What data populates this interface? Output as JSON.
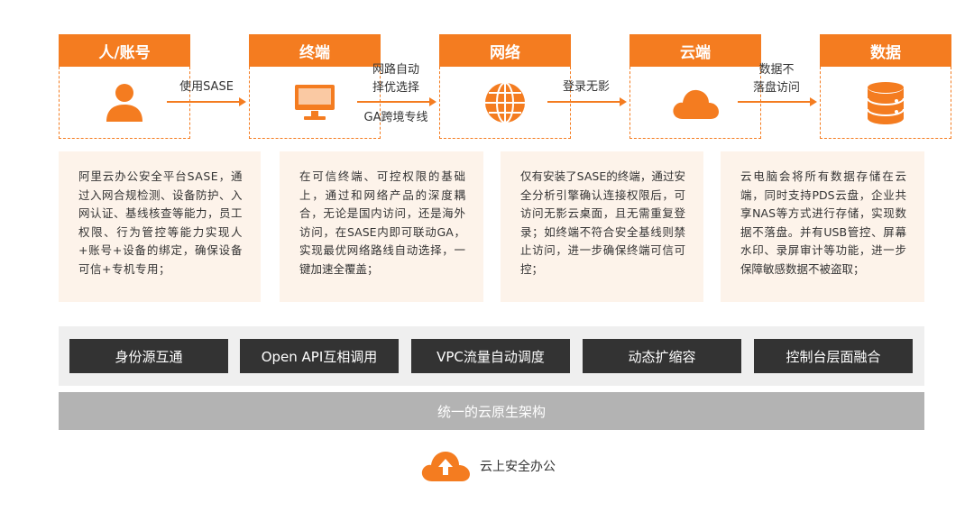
{
  "nodes": [
    {
      "title": "人/账号",
      "icon": "user-icon"
    },
    {
      "title": "终端",
      "icon": "monitor-icon"
    },
    {
      "title": "网络",
      "icon": "globe-icon"
    },
    {
      "title": "云端",
      "icon": "cloud-icon"
    },
    {
      "title": "数据",
      "icon": "database-icon"
    }
  ],
  "connectors": [
    {
      "label": "使用SASE"
    },
    {
      "label_top": "网路自动\n择优选择",
      "label_bottom": "GA跨境专线"
    },
    {
      "label": "登录无影"
    },
    {
      "label": "数据不\n落盘访问"
    }
  ],
  "descriptions": [
    "阿里云办公安全平台SASE，通过入网合规检测、设备防护、入网认证、基线核查等能力，员工权限、行为管控等能力实现人+账号+设备的绑定，确保设备可信+专机专用；",
    "在可信终端、可控权限的基础上，通过和网络产品的深度耦合，无论是国内访问，还是海外访问，在SASE内即可联动GA，实现最优网络路线自动选择，一键加速全覆盖；",
    "仅有安装了SASE的终端，通过安全分析引擎确认连接权限后，可访问无影云桌面，且无需重复登录；如终端不符合安全基线则禁止访问，进一步确保终端可信可控；",
    "云电脑会将所有数据存储在云端，同时支持PDS云盘，企业共享NAS等方式进行存储，实现数据不落盘。并有USB管控、屏幕水印、录屏审计等功能，进一步保障敏感数据不被盗取；"
  ],
  "features": [
    "身份源互通",
    "Open API互相调用",
    "VPC流量自动调度",
    "动态扩缩容",
    "控制台层面融合"
  ],
  "base_label": "统一的云原生架构",
  "footer": {
    "label": "云上安全办公",
    "icon": "cloud-upload-icon"
  },
  "colors": {
    "accent": "#f47c20",
    "desc_bg": "#fdf3ea",
    "feature_bg": "#333333",
    "band_bg": "#efefef",
    "base_bg": "#b3b3b3"
  }
}
